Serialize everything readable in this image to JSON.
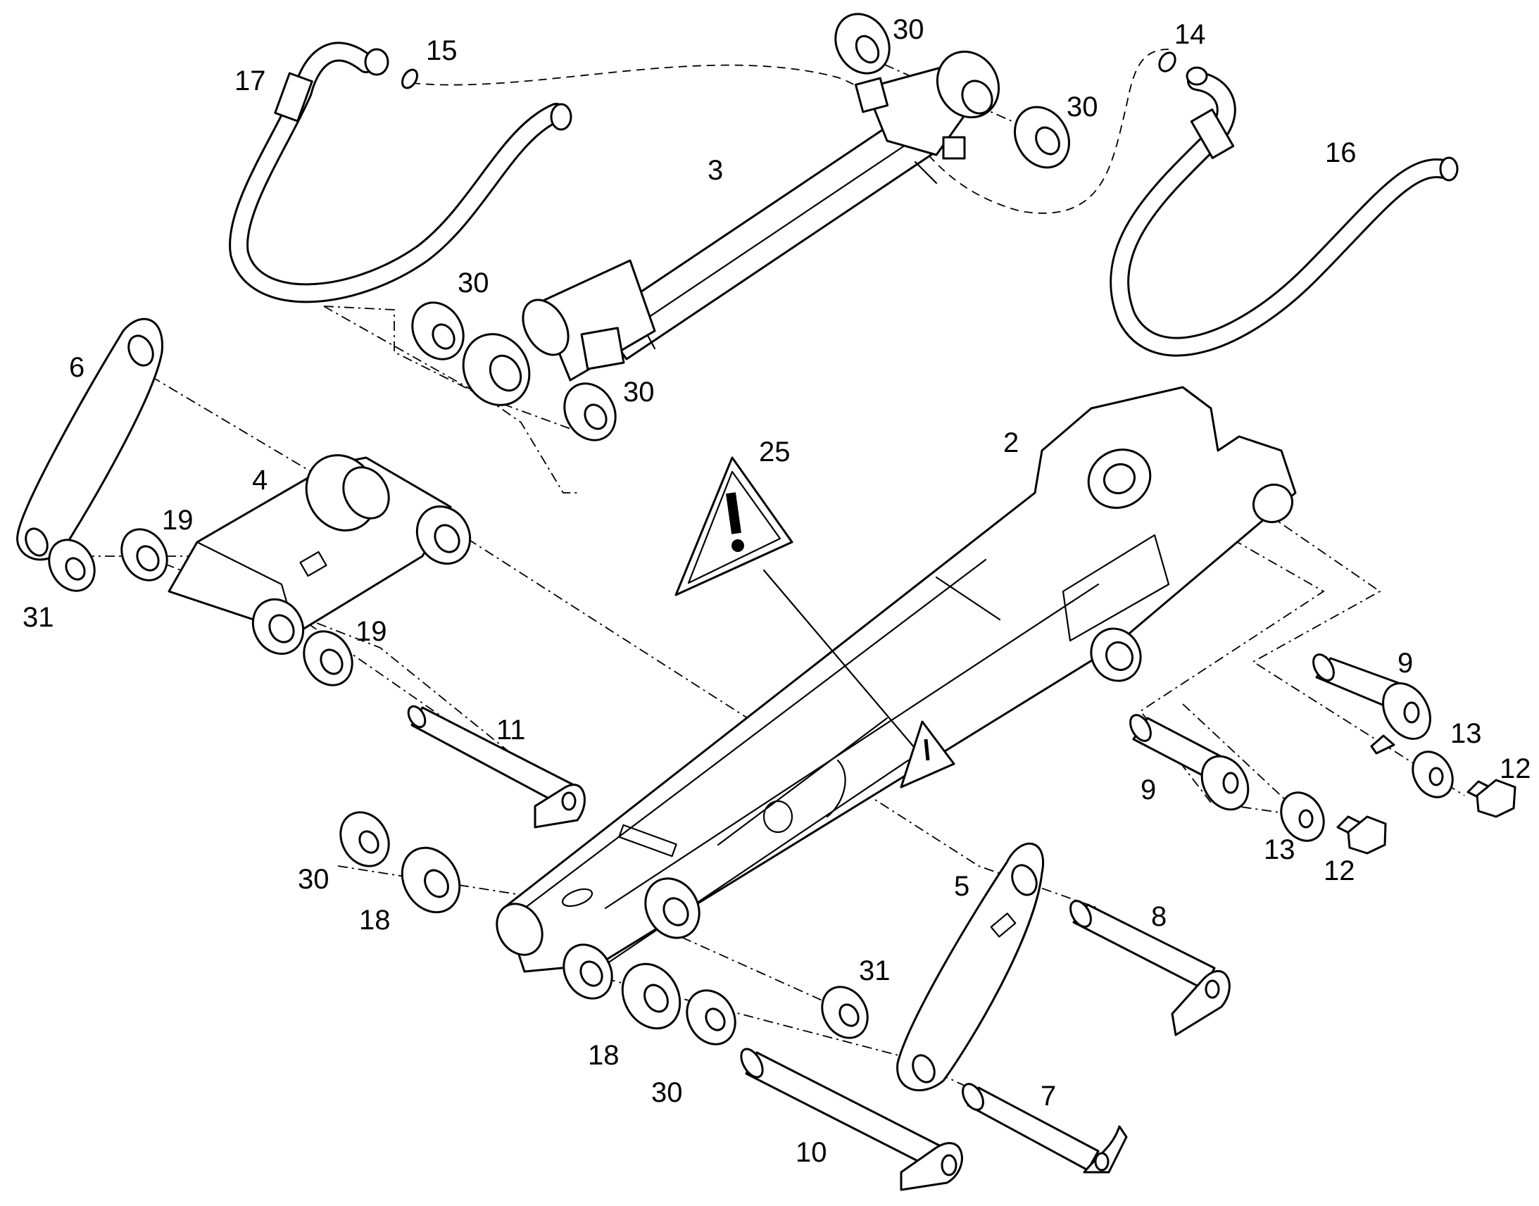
{
  "diagram": {
    "colors": {
      "line": "#000000",
      "background": "#ffffff"
    },
    "callouts": [
      {
        "id": "c30a",
        "text": "30"
      },
      {
        "id": "c14",
        "text": "14"
      },
      {
        "id": "c15",
        "text": "15"
      },
      {
        "id": "c17",
        "text": "17"
      },
      {
        "id": "c30b",
        "text": "30"
      },
      {
        "id": "c3",
        "text": "3"
      },
      {
        "id": "c16",
        "text": "16"
      },
      {
        "id": "c30c",
        "text": "30"
      },
      {
        "id": "c30d",
        "text": "30"
      },
      {
        "id": "c6",
        "text": "6"
      },
      {
        "id": "c25",
        "text": "25"
      },
      {
        "id": "c2",
        "text": "2"
      },
      {
        "id": "c4",
        "text": "4"
      },
      {
        "id": "c19a",
        "text": "19"
      },
      {
        "id": "c31a",
        "text": "31"
      },
      {
        "id": "c19b",
        "text": "19"
      },
      {
        "id": "c9a",
        "text": "9"
      },
      {
        "id": "c11",
        "text": "11"
      },
      {
        "id": "c13a",
        "text": "13"
      },
      {
        "id": "c12a",
        "text": "12"
      },
      {
        "id": "c9b",
        "text": "9"
      },
      {
        "id": "c13b",
        "text": "13"
      },
      {
        "id": "c12b",
        "text": "12"
      },
      {
        "id": "c30e",
        "text": "30"
      },
      {
        "id": "c18a",
        "text": "18"
      },
      {
        "id": "c5",
        "text": "5"
      },
      {
        "id": "c8",
        "text": "8"
      },
      {
        "id": "c31b",
        "text": "31"
      },
      {
        "id": "c18b",
        "text": "18"
      },
      {
        "id": "c30f",
        "text": "30"
      },
      {
        "id": "c7",
        "text": "7"
      },
      {
        "id": "c10",
        "text": "10"
      }
    ]
  }
}
